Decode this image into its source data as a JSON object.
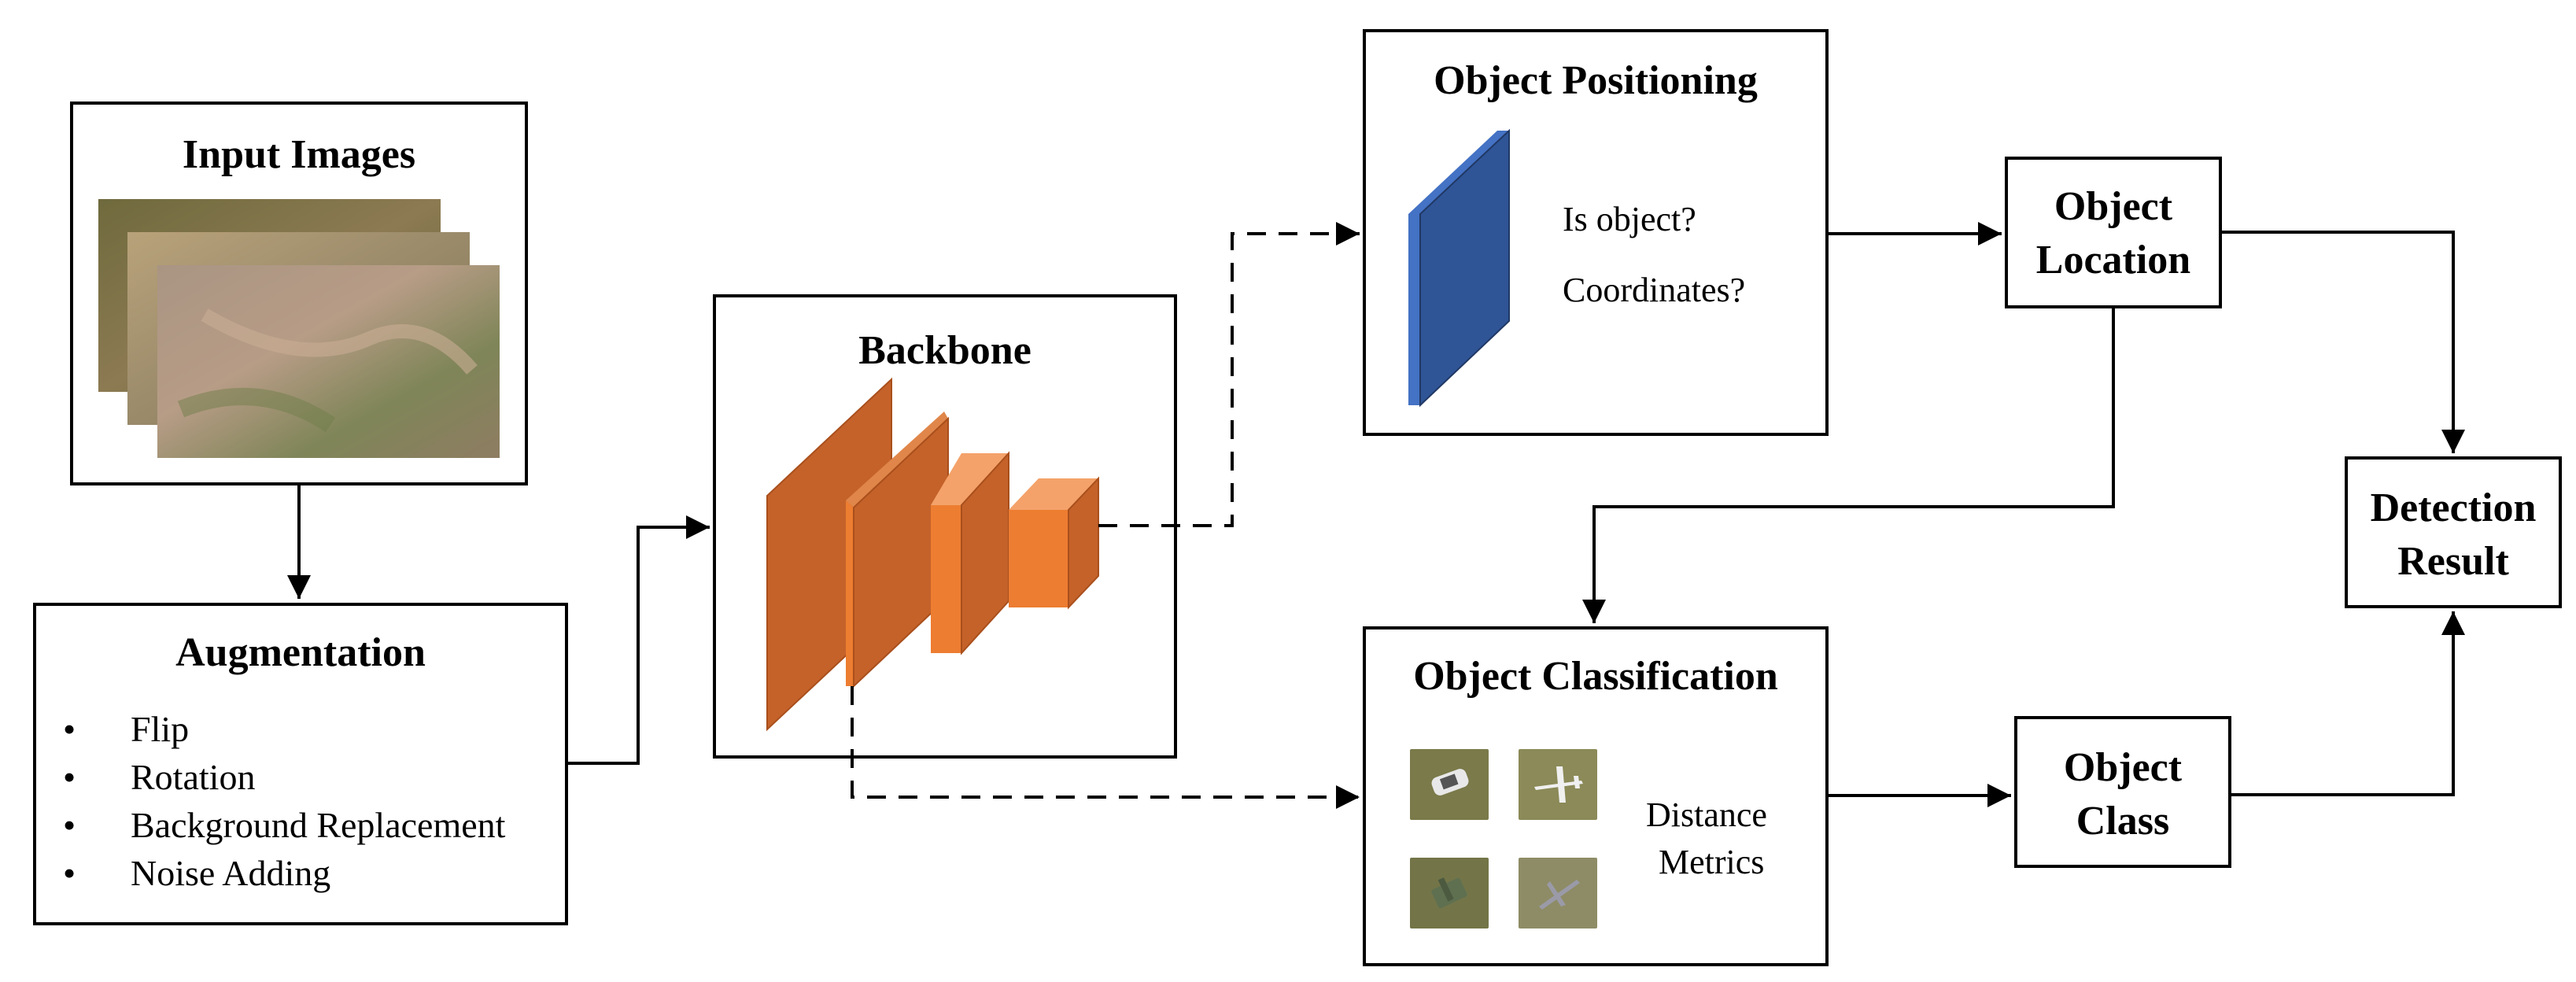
{
  "input": {
    "title": "Input Images"
  },
  "augmentation": {
    "title": "Augmentation",
    "items": [
      "Flip",
      "Rotation",
      "Background Replacement",
      "Noise Adding"
    ]
  },
  "backbone": {
    "title": "Backbone"
  },
  "positioning": {
    "title": "Object Positioning",
    "question1": "Is object?",
    "question2": "Coordinates?"
  },
  "location": {
    "line1": "Object",
    "line2": "Location"
  },
  "classification": {
    "title": "Object Classification",
    "metric1": "Distance",
    "metric2": "Metrics"
  },
  "object_class": {
    "line1": "Object",
    "line2": "Class"
  },
  "result": {
    "line1": "Detection",
    "line2": "Result"
  },
  "colors": {
    "backbone_orange": "#c4622a",
    "backbone_light": "#ed7d31",
    "positioning_blue": "#2f5597",
    "positioning_light": "#4472c4"
  }
}
